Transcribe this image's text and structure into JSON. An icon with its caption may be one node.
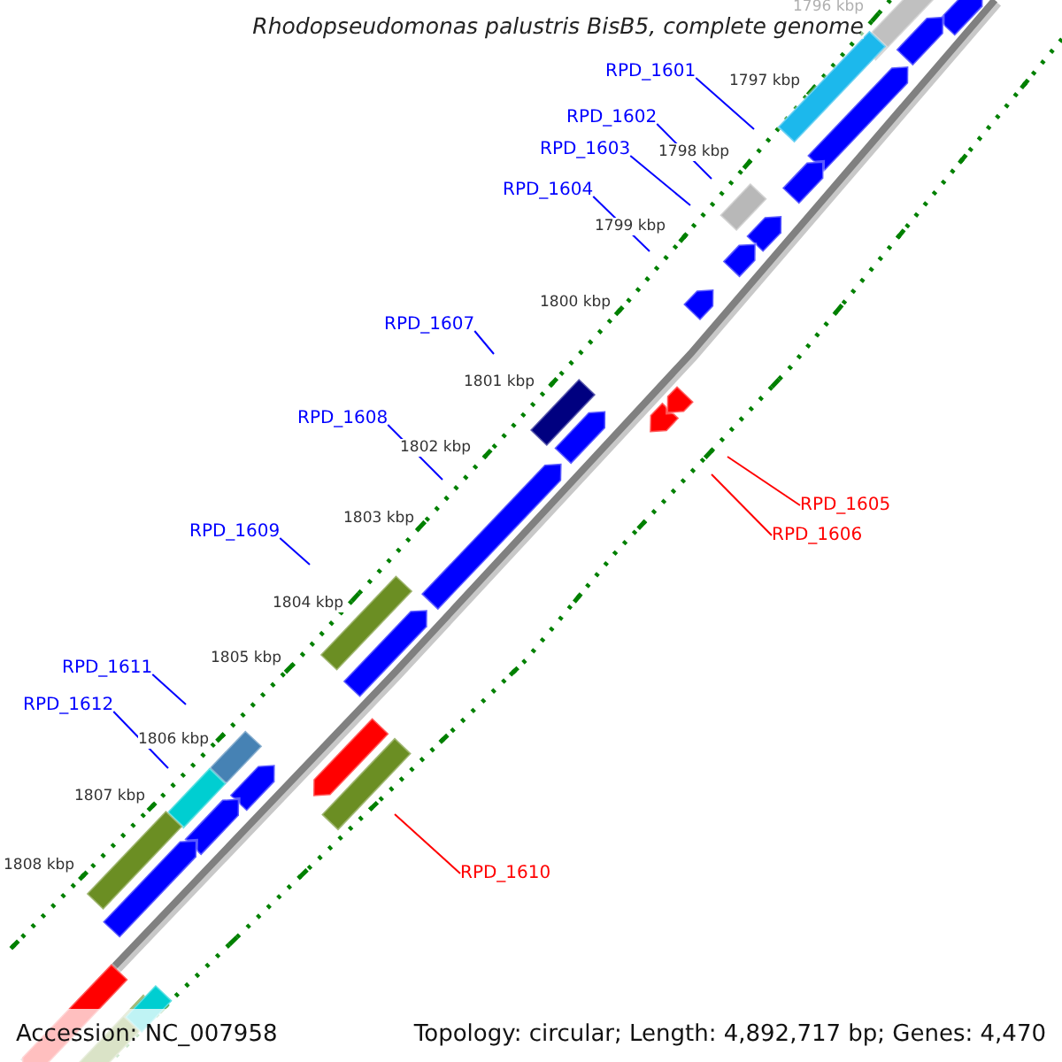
{
  "diagram": {
    "title": "Rhodopseudomonas palustris BisB5, complete genome",
    "nodes": [
      {
        "text": [
          "RPD_1601"
        ]
      },
      {
        "text": [
          "RPD_1602"
        ]
      },
      {
        "text": [
          "RPD_1603"
        ]
      },
      {
        "text": [
          "RPD_1604"
        ]
      },
      {
        "text": [
          "RPD_1605"
        ]
      },
      {
        "text": [
          "RPD_1606"
        ]
      },
      {
        "text": [
          "RPD_1607"
        ]
      },
      {
        "text": [
          "RPD_1608"
        ]
      },
      {
        "text": [
          "RPD_1609"
        ]
      },
      {
        "text": [
          "RPD_1610"
        ]
      },
      {
        "text": [
          "RPD_1611"
        ]
      },
      {
        "text": [
          "RPD_1612"
        ]
      }
    ],
    "edges": [
      {
        "from": 0,
        "to": null,
        "arrow": "none"
      },
      {
        "from": 1,
        "to": null,
        "arrow": "none"
      },
      {
        "from": 2,
        "to": null,
        "arrow": "none"
      },
      {
        "from": 3,
        "to": null,
        "arrow": "none"
      },
      {
        "from": 4,
        "to": null,
        "arrow": "none",
        "color": "#ff0000"
      },
      {
        "from": 5,
        "to": null,
        "arrow": "none",
        "color": "#ff0000"
      },
      {
        "from": 6,
        "to": null,
        "arrow": "none"
      },
      {
        "from": 7,
        "to": null,
        "arrow": "none"
      },
      {
        "from": 8,
        "to": null,
        "arrow": "none"
      },
      {
        "from": 9,
        "to": null,
        "arrow": "none",
        "color": "#ff0000"
      },
      {
        "from": 10,
        "to": null,
        "arrow": "none"
      },
      {
        "from": 11,
        "to": null,
        "arrow": "none"
      }
    ],
    "labels": [
      "1796 kbp",
      "1797 kbp",
      "1798 kbp",
      "1799 kbp",
      "1800 kbp",
      "1801 kbp",
      "1802 kbp",
      "1803 kbp",
      "1804 kbp",
      "1805 kbp",
      "1806 kbp",
      "1807 kbp",
      "1808 kbp",
      "Accession: NC_007958",
      "Topology: circular; Length: 4,892,717 bp; Genes: 4,470"
    ]
  }
}
